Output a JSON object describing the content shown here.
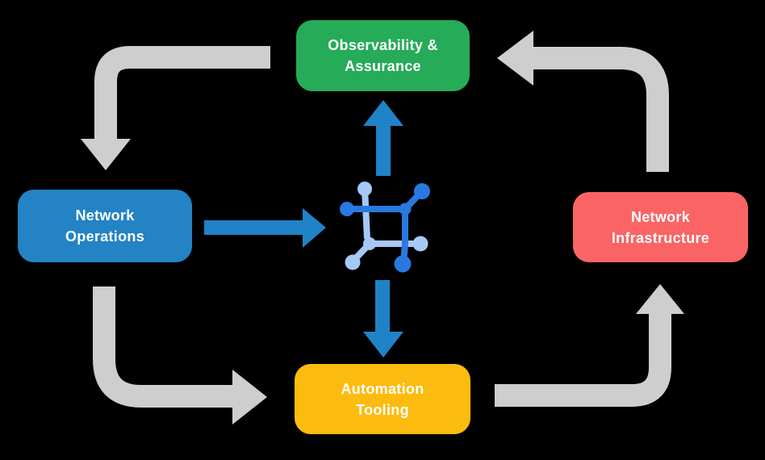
{
  "nodes": {
    "observability": {
      "line1": "Observability &",
      "line2": "Assurance",
      "color": "#26ab58"
    },
    "operations": {
      "line1": "Network",
      "line2": "Operations",
      "color": "#2383c4"
    },
    "infrastructure": {
      "line1": "Network",
      "line2": "Infrastructure",
      "color": "#fa6464"
    },
    "automation": {
      "line1": "Automation",
      "line2": "Tooling",
      "color": "#fcbb0f"
    }
  },
  "icons": {
    "center": "network-hub-icon"
  },
  "colors": {
    "background": "#000000",
    "text": "#ffffff",
    "arrow_gray": "#cecece",
    "arrow_blue": "#2083c8",
    "icon_dark_blue": "#2979e1",
    "icon_light_blue": "#a6c8f7"
  }
}
